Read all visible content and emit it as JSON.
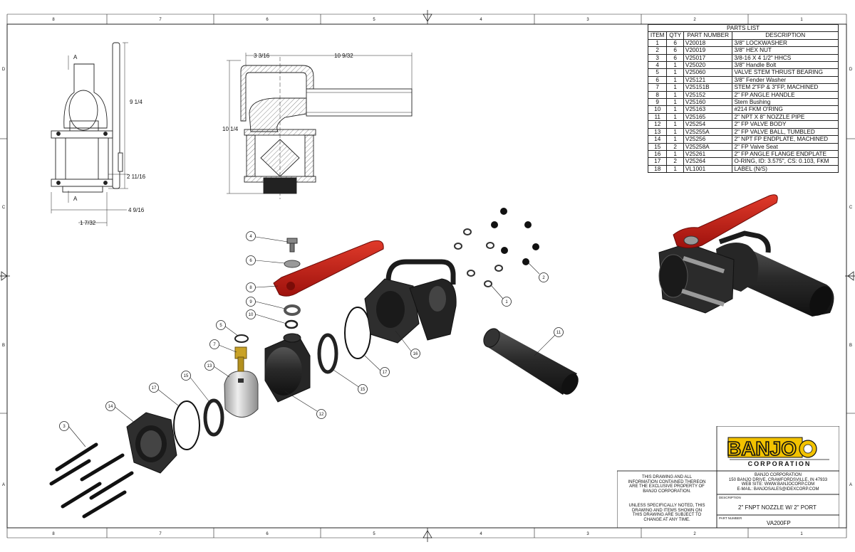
{
  "drawing": {
    "zones_top": [
      "8",
      "7",
      "6",
      "5",
      "4",
      "3",
      "2",
      "1"
    ],
    "zones_side": [
      "D",
      "C",
      "B",
      "A"
    ]
  },
  "dimensions": {
    "handle_height": "9 1/4",
    "port_height": "2 11/16",
    "width_a": "4 9/16",
    "offset_a": "1 7/32",
    "section_a": "A",
    "elbow_offset": "3 3/16",
    "pipe_length": "10 9/32",
    "overall_height": "10 1/4"
  },
  "balloons": [
    "4",
    "6",
    "8",
    "9",
    "10",
    "5",
    "7",
    "13",
    "15",
    "17",
    "14",
    "3",
    "12",
    "15",
    "17",
    "16",
    "11",
    "1",
    "2"
  ],
  "parts_list": {
    "title": "PARTS LIST",
    "headers": [
      "ITEM",
      "QTY",
      "PART NUMBER",
      "DESCRIPTION"
    ],
    "rows": [
      [
        "1",
        "6",
        "V20018",
        "3/8\" LOCKWASHER"
      ],
      [
        "2",
        "6",
        "V20019",
        "3/8\" HEX NUT"
      ],
      [
        "3",
        "6",
        "V25017",
        "3/8-16 X 4 1/2\" HHCS"
      ],
      [
        "4",
        "1",
        "V25020",
        "3/8\" Handle Bolt"
      ],
      [
        "5",
        "1",
        "V25060",
        "VALVE STEM THRUST BEARING"
      ],
      [
        "6",
        "1",
        "V25121",
        "3/8\" Fender Washer"
      ],
      [
        "7",
        "1",
        "V25151B",
        "STEM 2\"FP & 3\"FP, MACHINED"
      ],
      [
        "8",
        "1",
        "V25152",
        "2\" FP ANGLE HANDLE"
      ],
      [
        "9",
        "1",
        "V25160",
        "Stem Bushing"
      ],
      [
        "10",
        "1",
        "V25163",
        "#214 FKM O'RING"
      ],
      [
        "11",
        "1",
        "V25165",
        "2\" NPT X 8\" NOZZLE PIPE"
      ],
      [
        "12",
        "1",
        "V25254",
        "2\" FP VALVE BODY"
      ],
      [
        "13",
        "1",
        "V25255A",
        "2\" FP VALVE BALL, TUMBLED"
      ],
      [
        "14",
        "1",
        "V25256",
        "2\" NPT FP ENDPLATE, MACHINED"
      ],
      [
        "15",
        "2",
        "V25258A",
        "2\" FP Valve Seat"
      ],
      [
        "16",
        "1",
        "V25261",
        "2\" FP ANGLE FLANGE ENDPLATE"
      ],
      [
        "17",
        "2",
        "V25264",
        "O-RING, ID: 3.575\", CS: 0.103, FKM"
      ],
      [
        "18",
        "1",
        "VL1001",
        "LABEL (N/S)"
      ]
    ]
  },
  "title_block": {
    "logo_text": "BANJO",
    "logo_sub": "CORPORATION",
    "company_lines": [
      "BANJO CORPORATION",
      "150 BANJO DRIVE, CRAWFORDSVILLE, IN 47933",
      "WEB SITE: WWW.BANJOCORP.COM",
      "E-MAIL: BANJOSALES@IDEXCORP.COM"
    ],
    "notice_1": [
      "THIS DRAWING AND ALL",
      "INFORMATION CONTAINED THEREON",
      "ARE THE EXCLUSIVE PROPERTY OF",
      "BANJO CORPORATION."
    ],
    "notice_2": [
      "UNLESS SPECIFICALLY NOTED, THIS",
      "DRAWING AND ITEMS SHOWN ON",
      "THIS DRAWING ARE SUBJECT TO",
      "CHANGE AT ANY TIME."
    ],
    "description_label": "DESCRIPTION",
    "description": "2\" FNPT NOZZLE W/ 2\" PORT",
    "part_number_label": "PART NUMBER",
    "part_number": "VA200FP"
  },
  "colors": {
    "handle_red": "#c41a14",
    "body_dark": "#2a2a2a",
    "brass": "#c9a227",
    "logo_yellow": "#f2c200"
  }
}
